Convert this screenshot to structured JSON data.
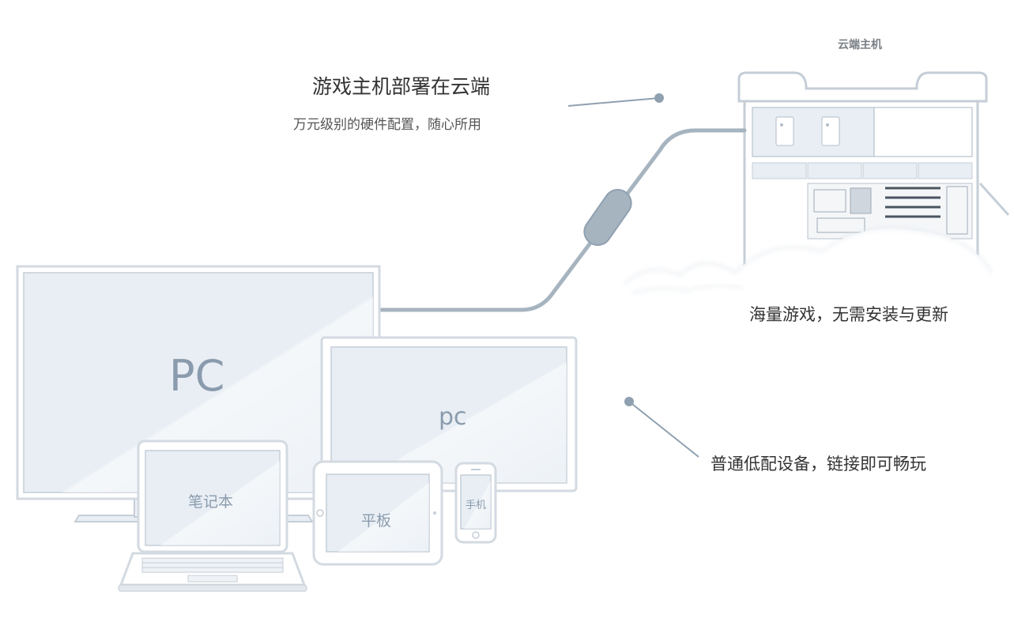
{
  "server": {
    "label": "云端主机"
  },
  "headline": {
    "title": "游戏主机部署在云端",
    "subtitle": "万元级别的硬件配置，随心所用"
  },
  "features": {
    "cloud_games": "海量游戏，无需安装与更新",
    "low_spec_devices": "普通低配设备，链接即可畅玩"
  },
  "devices": {
    "monitor_large": "PC",
    "monitor_small": "pc",
    "laptop": "笔记本",
    "tablet": "平板",
    "phone": "手机"
  },
  "colors": {
    "line": "#8fa0b0",
    "cable": "#a6b4c0",
    "screen_fill": "#e8eef4",
    "device_frame": "#d3dae1",
    "label_text": "#8a9bad"
  }
}
